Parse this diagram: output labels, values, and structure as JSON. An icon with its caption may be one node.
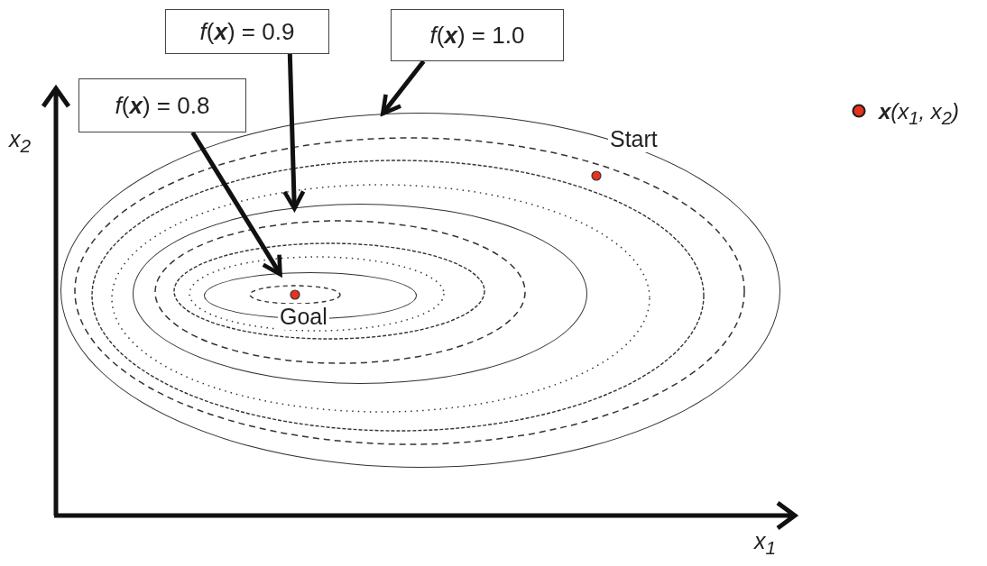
{
  "diagram": {
    "nodes": [
      {
        "text": [
          "*f*(**x**) = 0.9"
        ]
      },
      {
        "text": [
          "*f*(**x**)  = 1.0"
        ]
      },
      {
        "text": [
          "*f*(**x**)  = 0.8"
        ]
      },
      {
        "text": [],
        "shape": "ellipse"
      },
      {
        "text": [],
        "shape": "ellipse",
        "in": 3
      },
      {
        "text": [],
        "shape": "ellipse",
        "in": 4
      }
    ],
    "edges": [
      {
        "from": 0,
        "to": 4,
        "arrow": "to"
      },
      {
        "from": 1,
        "to": 3,
        "arrow": "to"
      },
      {
        "from": 2,
        "to": 5,
        "arrow": "to"
      }
    ],
    "labels": [
      "x$_{2}$",
      "Start",
      "Goal",
      "x$_{1}$"
    ],
    "legend": [
      {
        "text": "**x**(x$_{1}$, x$_{2}$)"
      }
    ]
  }
}
